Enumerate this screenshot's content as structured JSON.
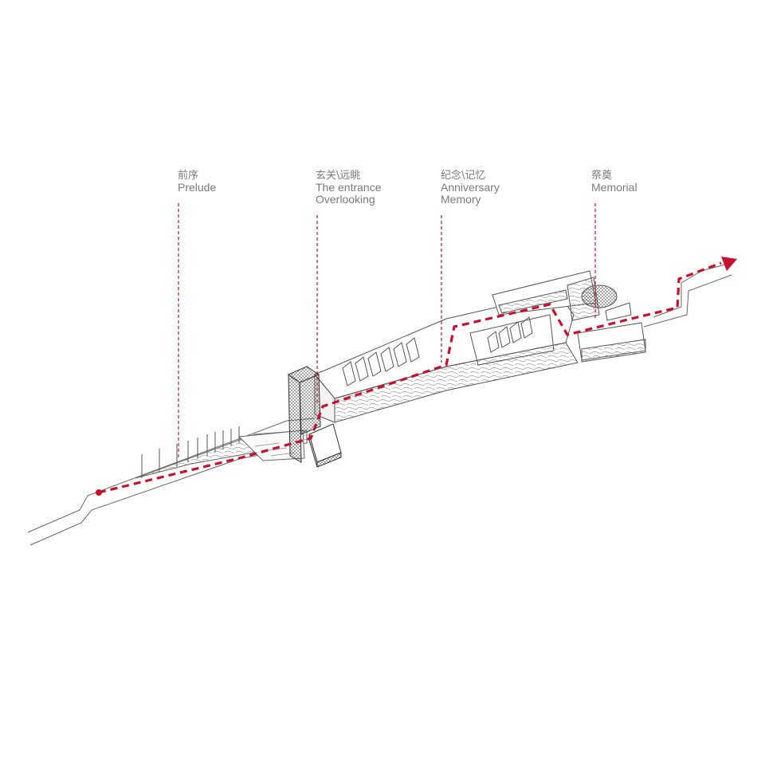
{
  "stages": [
    {
      "id": "prelude",
      "zh": "前序",
      "en": [
        "Prelude"
      ]
    },
    {
      "id": "entrance",
      "zh": "玄关\\远眺",
      "en": [
        "The entrance",
        "Overlooking"
      ]
    },
    {
      "id": "anniversary",
      "zh": "纪念\\记忆",
      "en": [
        "Anniversary",
        "Memory"
      ]
    },
    {
      "id": "memorial",
      "zh": "祭奠",
      "en": [
        "Memorial"
      ]
    }
  ],
  "colors": {
    "route": "#c8102e",
    "leader": "#c8102e",
    "linework": "#555555",
    "label_text": "#7a7a7a"
  }
}
